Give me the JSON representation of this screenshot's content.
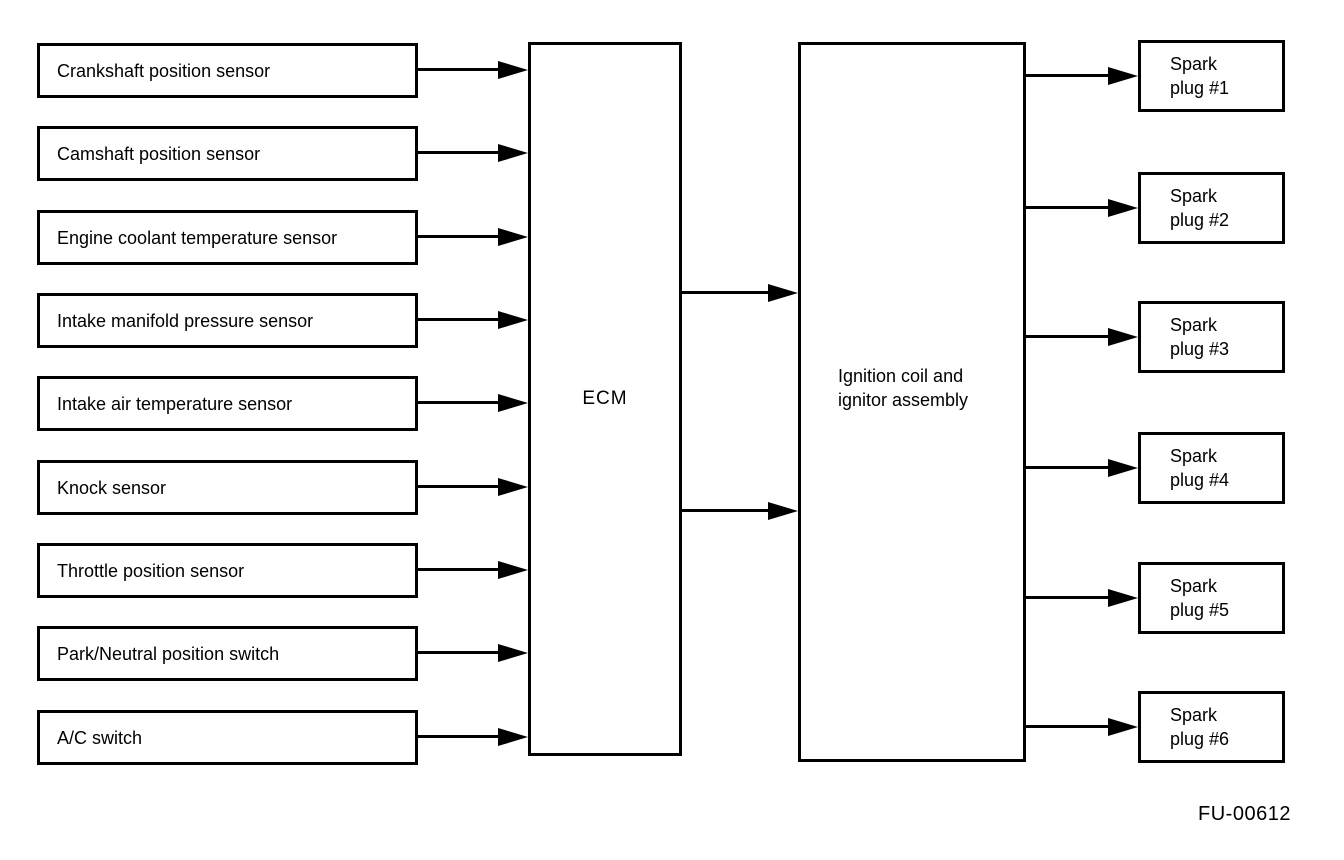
{
  "diagram": {
    "inputs": [
      {
        "label": "Crankshaft position sensor"
      },
      {
        "label": "Camshaft position sensor"
      },
      {
        "label": "Engine coolant temperature sensor"
      },
      {
        "label": "Intake manifold pressure sensor"
      },
      {
        "label": "Intake air temperature sensor"
      },
      {
        "label": "Knock sensor"
      },
      {
        "label": "Throttle position sensor"
      },
      {
        "label": "Park/Neutral position switch"
      },
      {
        "label": "A/C switch"
      }
    ],
    "ecm": {
      "label": "ECM"
    },
    "ignition": {
      "line1": "Ignition coil and",
      "line2": "ignitor assembly"
    },
    "spark_plugs": [
      {
        "line1": "Spark",
        "line2": "plug #1"
      },
      {
        "line1": "Spark",
        "line2": "plug #2"
      },
      {
        "line1": "Spark",
        "line2": "plug #3"
      },
      {
        "line1": "Spark",
        "line2": "plug #4"
      },
      {
        "line1": "Spark",
        "line2": "plug #5"
      },
      {
        "line1": "Spark",
        "line2": "plug #6"
      }
    ],
    "figure_code": "FU-00612",
    "colors": {
      "line": "#000000",
      "background": "#ffffff"
    }
  }
}
